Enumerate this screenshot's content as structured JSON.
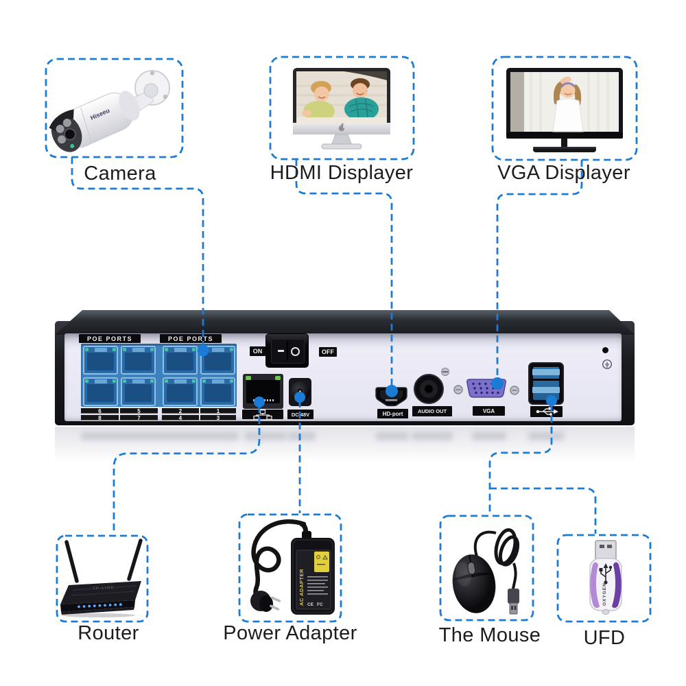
{
  "diagram": {
    "accent_color": "#1b7cd6",
    "device_labels": {
      "camera": "Camera",
      "hdmi_display": "HDMI Displayer",
      "vga_display": "VGA Displayer",
      "router": "Router",
      "power_adapter": "Power Adapter",
      "mouse": "The Mouse",
      "ufd": "UFD"
    }
  },
  "nvr_panel": {
    "poe_group_labels": [
      "POE PORTS",
      "POE PORTS"
    ],
    "poe_port_numbers": [
      "6",
      "5",
      "2",
      "1",
      "8",
      "7",
      "4",
      "3"
    ],
    "power_switch": {
      "on_label": "ON",
      "off_label": "OFF"
    },
    "port_labels": {
      "network_icon": "lan-icon",
      "dc_power": "DC 48V",
      "hdmi": "HD-port",
      "audio": "AUDIO OUT",
      "vga": "VGA",
      "usb_icon": "usb-icon"
    }
  },
  "device_markings": {
    "camera_brand": "Hiseeu",
    "router_brand": "TP-LINK",
    "adapter_side_text": "AC ADAPTER",
    "adapter_mark_ce": "CE",
    "adapter_mark_fc": "FC",
    "ufd_brand": "OXYGEN"
  }
}
